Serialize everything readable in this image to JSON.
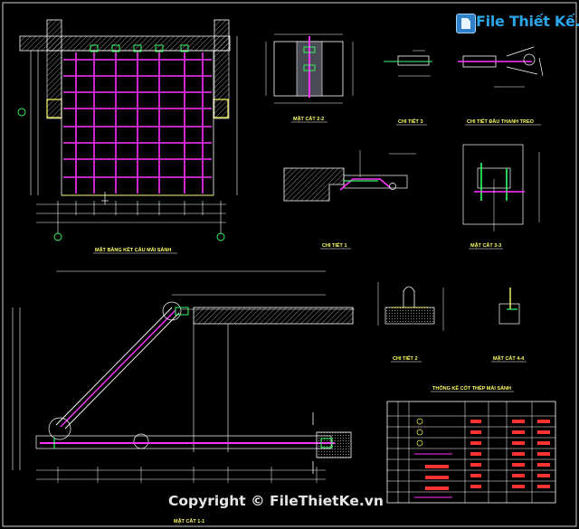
{
  "watermark": {
    "logo_text": "File Thiết Kế.vn",
    "copyright": "Copyright © FileThietKe.vn"
  },
  "titles": {
    "plan": "MẶT BẰNG KẾT CẤU MÁI SẢNH",
    "sec_22": "MẶT CẮT 2-2",
    "ct3": "CHI TIẾT 3",
    "ct_head": "CHI TIẾT ĐẦU THANH TREO",
    "ct1": "CHI TIẾT 1",
    "sec_33": "MẶT CẮT 3-3",
    "ct2": "CHI TIẾT 2",
    "sec_44": "MẶT CẮT 4-4",
    "sec_11": "MẶT CẮT 1-1",
    "table": "THỐNG KÊ CỐT THÉP MÁI SẢNH"
  },
  "colors": {
    "rebar": "#ff33ff",
    "outline": "#ffffff",
    "dimension": "#33ff66",
    "concrete": "#ffff66",
    "cyan": "#33ffff",
    "table_red": "#ff3333"
  }
}
